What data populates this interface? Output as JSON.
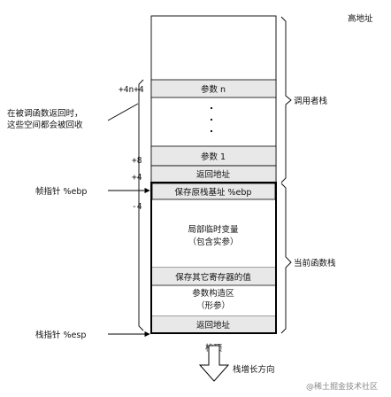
{
  "labels": {
    "high_address": "高地址",
    "caller_stack": "调用者栈",
    "current_stack": "当前函数栈",
    "reclaimed_note_line1": "在被调函数返回时，",
    "reclaimed_note_line2": "这些空间都会被回收",
    "frame_pointer": "帧指针 %ebp",
    "stack_pointer": "栈指针 %esp",
    "stack_top": "栈顶",
    "growth_direction": "栈增长方向",
    "watermark": "@稀土掘金技术社区"
  },
  "offsets": {
    "n": "+4n+4",
    "p8": "+8",
    "p4": "+4",
    "m4": "-4"
  },
  "cells": {
    "param_n": "参数 n",
    "dots": "·  ·  ·",
    "param_1": "参数 1",
    "ret_addr_caller": "返回地址",
    "saved_ebp": "保存原栈基址 %ebp",
    "locals_line1": "局部临时变量",
    "locals_line2": "（包含实参）",
    "saved_regs": "保存其它寄存器的值",
    "arg_build_line1": "参数构造区",
    "arg_build_line2": "（形参）",
    "ret_addr_current": "返回地址"
  },
  "colors": {
    "shaded_cell": "#e8e8e8",
    "border": "#000000",
    "watermark": "#8a8a8a"
  }
}
